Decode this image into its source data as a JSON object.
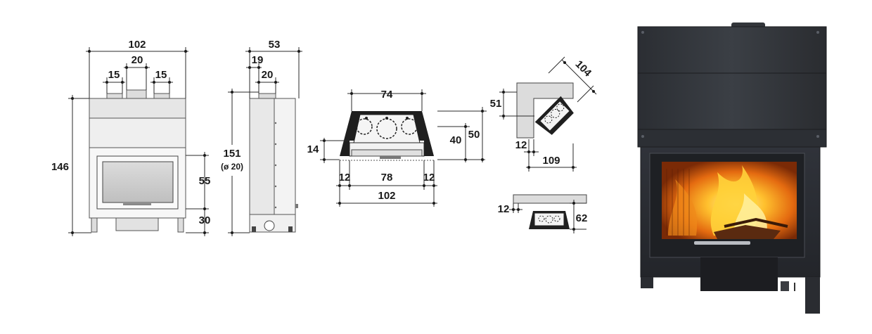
{
  "front_view": {
    "width_total": "102",
    "flue_spacing": "20",
    "inlet_left": "15",
    "inlet_right": "15",
    "height_total": "146",
    "door_height": "55",
    "leg_height": "30"
  },
  "side_view": {
    "depth_total": "53",
    "flue_offset": "19",
    "flue_width": "20",
    "height_total": "151",
    "flue_diameter": "(ø 20)"
  },
  "top_view": {
    "top_width": "74",
    "side_height": "14",
    "inner_height": "40",
    "total_height": "50",
    "left_margin": "12",
    "inner_width": "78",
    "right_margin": "12",
    "bottom_width": "102"
  },
  "corner_view": {
    "diagonal": "104",
    "side_depth": "51",
    "offset": "12",
    "width": "109"
  },
  "wall_view": {
    "offset": "12",
    "depth": "62"
  },
  "colors": {
    "line": "#2a2a2a",
    "stove_body": "#3a3d42",
    "stove_dark": "#26282c",
    "fire_orange": "#f08a1a",
    "fire_yellow": "#ffd23a"
  }
}
